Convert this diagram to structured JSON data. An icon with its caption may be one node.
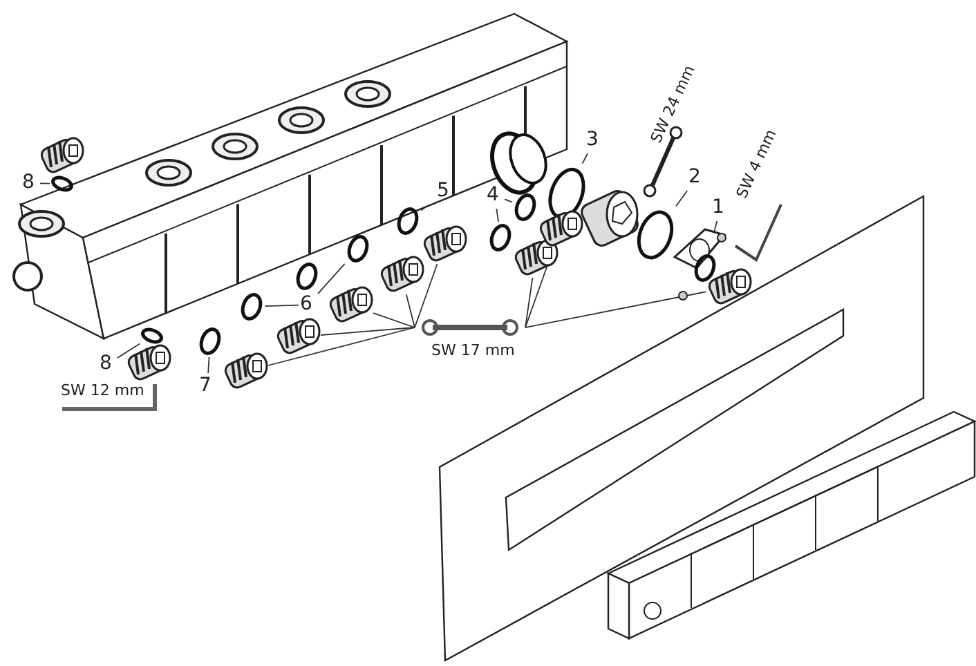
{
  "diagram": {
    "nodes": [
      {
        "text": [
          "1"
        ]
      },
      {
        "text": [
          "2"
        ]
      },
      {
        "text": [
          "3"
        ]
      },
      {
        "text": [
          "4"
        ]
      },
      {
        "text": [
          "5"
        ]
      },
      {
        "text": [
          "6"
        ]
      },
      {
        "text": [
          "7"
        ]
      },
      {
        "text": [
          "8"
        ]
      },
      {
        "text": [
          "8"
        ]
      },
      {
        "text": [
          "SW 17 mm"
        ]
      },
      {
        "text": [],
        "shape": "circle"
      },
      {
        "text": [],
        "shape": "circle"
      },
      {
        "text": [],
        "shape": "circle"
      },
      {
        "text": [],
        "shape": "circle"
      },
      {
        "text": [],
        "shape": "circle"
      },
      {
        "text": [],
        "shape": "circle"
      },
      {
        "text": [],
        "shape": "circle"
      },
      {
        "text": [],
        "shape": "circle"
      },
      {
        "text": [],
        "shape": "circle"
      },
      {
        "text": [],
        "shape": "circle"
      },
      {
        "text": [],
        "shape": "circle"
      },
      {
        "text": [],
        "shape": "picture"
      },
      {
        "text": [],
        "shape": "picture"
      },
      {
        "text": [],
        "shape": "picture"
      },
      {
        "text": [],
        "shape": "picture"
      },
      {
        "text": [],
        "shape": "picture"
      },
      {
        "text": [],
        "shape": "picture"
      },
      {
        "text": [],
        "shape": "picture"
      },
      {
        "text": [],
        "shape": "picture"
      }
    ],
    "edges": [
      {
        "from": 0,
        "to": 20,
        "arrow": "none"
      },
      {
        "from": 1,
        "to": 19,
        "arrow": "none"
      },
      {
        "from": 2,
        "to": 18,
        "arrow": "none"
      },
      {
        "from": 3,
        "to": 17,
        "arrow": "none"
      },
      {
        "from": 3,
        "to": 16,
        "arrow": "none"
      },
      {
        "from": 4,
        "to": 15,
        "arrow": "none"
      },
      {
        "from": 5,
        "to": 13,
        "arrow": "none"
      },
      {
        "from": 5,
        "to": 14,
        "arrow": "none"
      },
      {
        "from": 6,
        "to": 12,
        "arrow": "none"
      },
      {
        "from": 7,
        "to": 10,
        "arrow": "none"
      },
      {
        "from": 8,
        "to": 11,
        "arrow": "none"
      },
      {
        "from": 9,
        "to": 21,
        "arrow": "none"
      },
      {
        "from": 9,
        "to": 22,
        "arrow": "none"
      },
      {
        "from": 9,
        "to": 23,
        "arrow": "none"
      },
      {
        "from": 9,
        "to": 24,
        "arrow": "none"
      },
      {
        "from": 9,
        "to": 25,
        "arrow": "none"
      },
      {
        "from": 9,
        "to": 26,
        "arrow": "none"
      },
      {
        "from": 9,
        "to": 27,
        "arrow": "none"
      },
      {
        "from": 9,
        "to": 28,
        "arrow": "none"
      }
    ],
    "labels": [
      "SW 24 mm",
      "SW 4 mm",
      "SW 12 mm"
    ]
  }
}
